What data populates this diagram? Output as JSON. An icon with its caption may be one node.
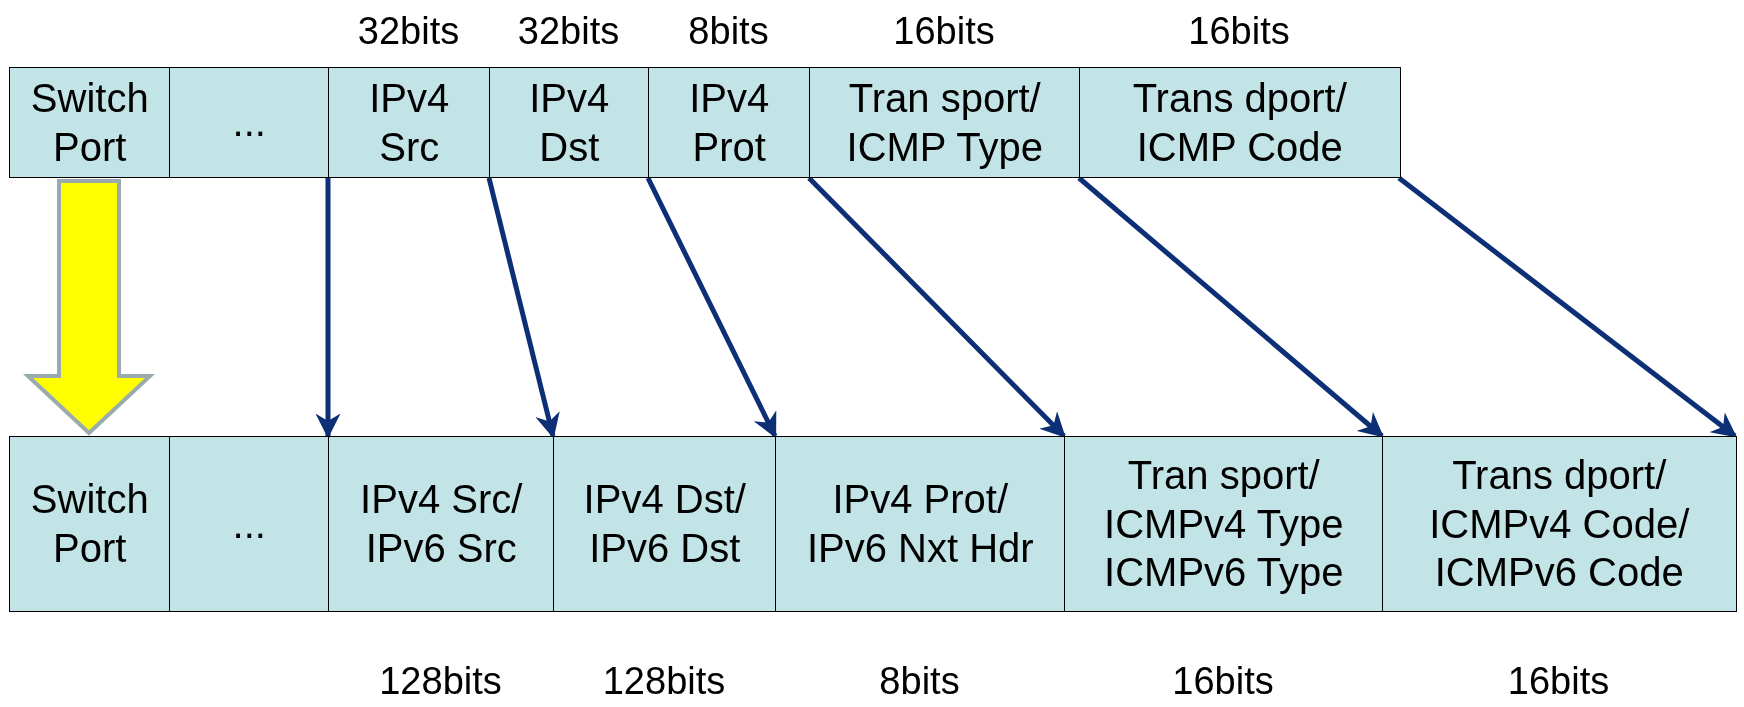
{
  "diagram": {
    "nodes": [
      {
        "text": [
          "Switch Port"
        ]
      },
      {
        "text": [
          "..."
        ]
      },
      {
        "text": [
          "IPv4 Src"
        ],
        "beside": [
          "32bits"
        ]
      },
      {
        "text": [
          "IPv4 Dst"
        ],
        "beside": [
          "32bits"
        ]
      },
      {
        "text": [
          "IPv4 Prot"
        ],
        "beside": [
          "8bits"
        ]
      },
      {
        "text": [
          "Tran sport/ ICMP Type"
        ],
        "beside": [
          "16bits"
        ]
      },
      {
        "text": [
          "Trans dport/ ICMP Code"
        ],
        "beside": [
          "16bits"
        ]
      },
      {
        "text": [
          "Switch Port"
        ]
      },
      {
        "text": [
          "..."
        ]
      },
      {
        "text": [
          "IPv4 Src/ IPv6 Src"
        ],
        "beside": [
          "128bits"
        ]
      },
      {
        "text": [
          "IPv4 Dst/ IPv6 Dst"
        ],
        "beside": [
          "128bits"
        ]
      },
      {
        "text": [
          "IPv4 Prot/ IPv6 Nxt Hdr"
        ],
        "beside": [
          "8bits"
        ]
      },
      {
        "text": [
          "Tran sport/ ICMPv4 Type ICMPv6 Type"
        ],
        "beside": [
          "16bits"
        ]
      },
      {
        "text": [
          "Trans dport/ ICMPv4 Code/ ICMPv6 Code"
        ],
        "beside": [
          "16bits"
        ]
      }
    ],
    "edges": [
      {
        "from": 0,
        "to": 7,
        "arrow": "to",
        "style": "thick",
        "color": "#ffff00"
      },
      {
        "from": 2,
        "to": 9,
        "arrow": "to"
      },
      {
        "from": 3,
        "to": 10,
        "arrow": "to"
      },
      {
        "from": 4,
        "to": 11,
        "arrow": "to"
      },
      {
        "from": 5,
        "to": 12,
        "arrow": "to"
      },
      {
        "from": 6,
        "to": 13,
        "arrow": "to"
      },
      {
        "from": 6,
        "to": 13,
        "arrow": "to"
      }
    ]
  }
}
